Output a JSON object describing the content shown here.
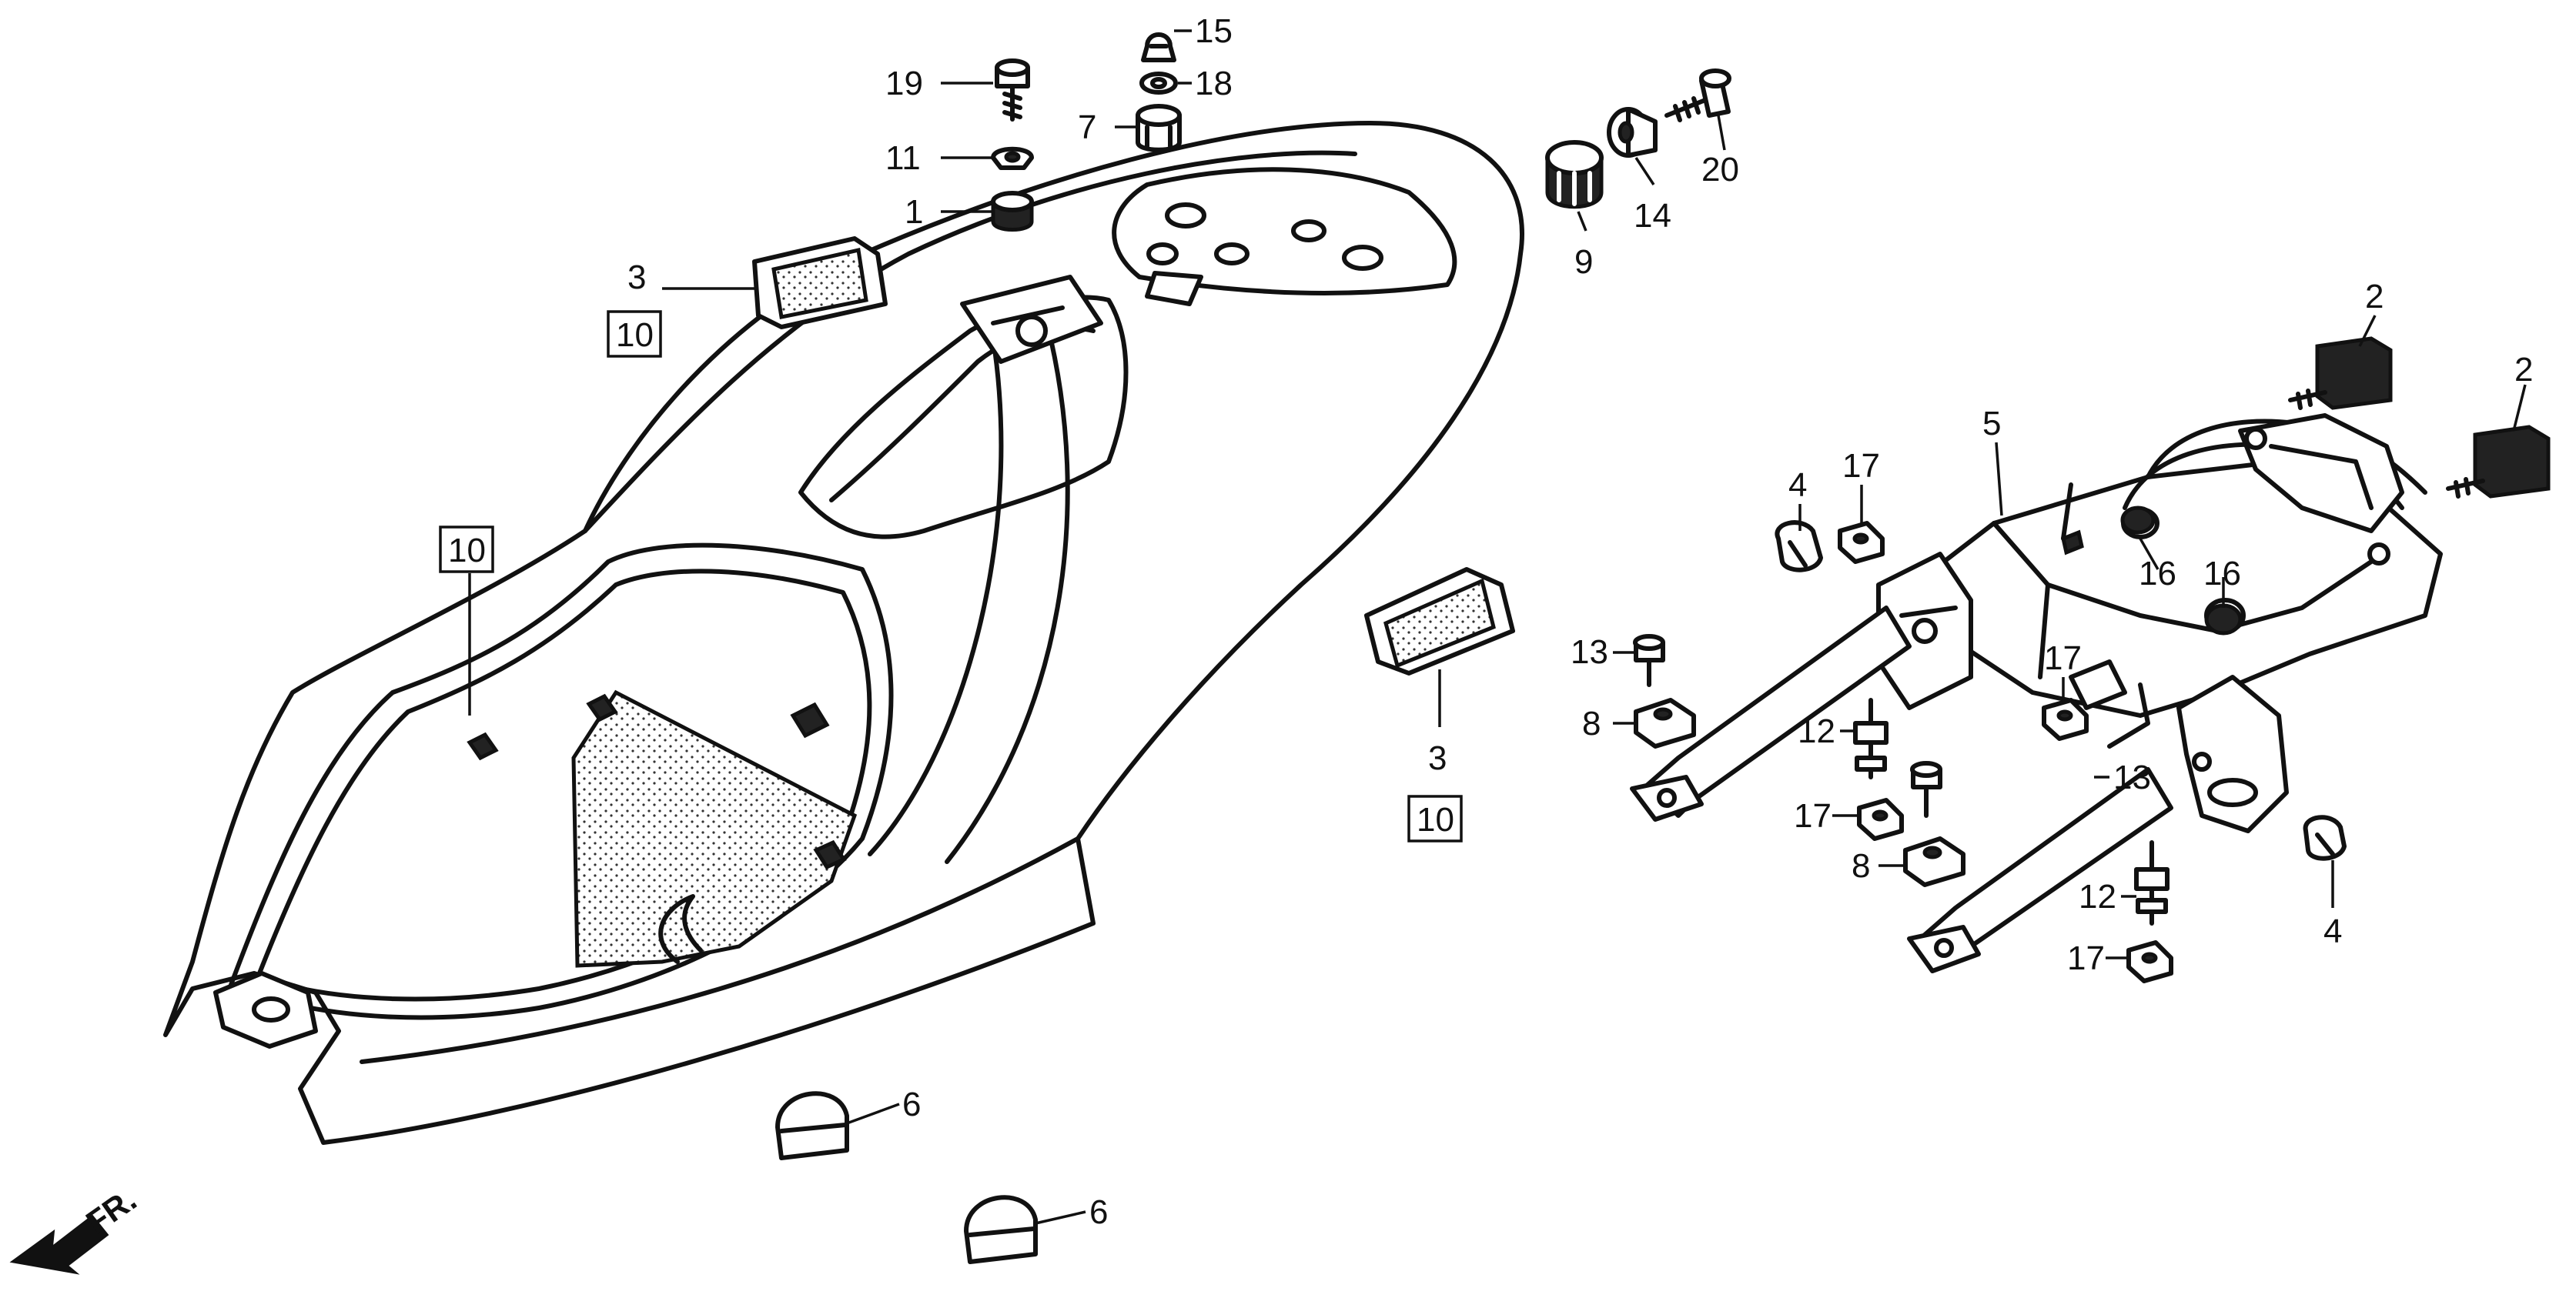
{
  "diagram": {
    "direction_label": "FR.",
    "callouts": {
      "c1": "1",
      "c2a": "2",
      "c2b": "2",
      "c3a": "3",
      "c3b": "3",
      "c4a": "4",
      "c4b": "4",
      "c5": "5",
      "c6a": "6",
      "c6b": "6",
      "c7": "7",
      "c8a": "8",
      "c8b": "8",
      "c9": "9",
      "c10a": "10",
      "c10b": "10",
      "c10c": "10",
      "c11": "11",
      "c12a": "12",
      "c12b": "12",
      "c13a": "13",
      "c13b": "13",
      "c14": "14",
      "c15": "15",
      "c16a": "16",
      "c16b": "16",
      "c17a": "17",
      "c17b": "17",
      "c17c": "17",
      "c17d": "17",
      "c18": "18",
      "c19": "19",
      "c20": "20"
    }
  }
}
